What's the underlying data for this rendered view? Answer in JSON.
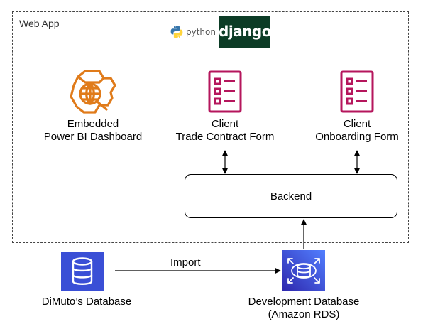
{
  "webapp": {
    "label": "Web App"
  },
  "logos": {
    "python_text": "python",
    "django_text": "django"
  },
  "components": {
    "powerbi": {
      "line1": "Embedded",
      "line2": "Power BI Dashboard"
    },
    "trade_form": {
      "line1": "Client",
      "line2": "Trade Contract Form"
    },
    "onboarding_form": {
      "line1": "Client",
      "line2": "Onboarding Form"
    },
    "backend": {
      "label": "Backend"
    },
    "dimuto_db": {
      "label": "DiMuto’s Database"
    },
    "dev_db": {
      "line1": "Development Database",
      "line2": "(Amazon RDS)"
    }
  },
  "connections": {
    "import_label": "Import"
  },
  "colors": {
    "powerbi_orange": "#e07b1a",
    "form_magenta": "#b5165c",
    "db_blue": "#3a4fd6",
    "django_green": "#0c3c26",
    "python_blue": "#3776ab",
    "python_yellow": "#ffd43b"
  }
}
